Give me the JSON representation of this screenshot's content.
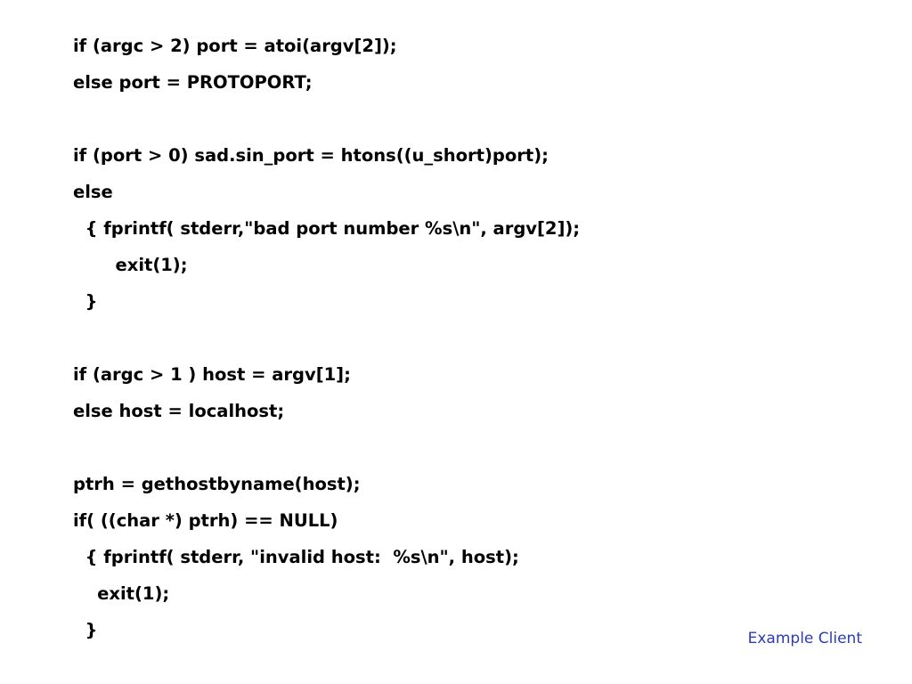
{
  "code": {
    "lines": [
      "if (argc > 2) port = atoi(argv[2]);",
      "else port = PROTOPORT;",
      "",
      "if (port > 0) sad.sin_port = htons((u_short)port);",
      "else",
      "  { fprintf( stderr,\"bad port number %s\\n\", argv[2]);",
      "       exit(1);",
      "  }",
      "",
      "if (argc > 1 ) host = argv[1];",
      "else host = localhost;",
      "",
      "ptrh = gethostbyname(host);",
      "if( ((char *) ptrh) == NULL)",
      "  { fprintf( stderr, \"invalid host:  %s\\n\", host);",
      "    exit(1);",
      "  }"
    ]
  },
  "footer": {
    "label": "Example Client",
    "color": "#2c3cb4"
  }
}
